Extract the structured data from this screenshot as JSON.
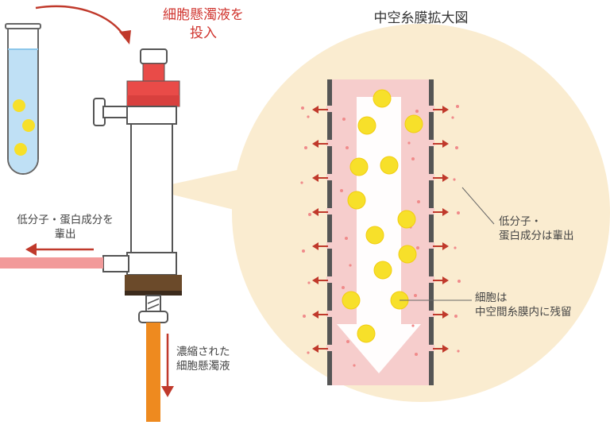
{
  "labels": {
    "input_line1": "細胞懸濁液を",
    "input_line2": "投入",
    "magnified_title": "中空糸膜拡大図",
    "discharge_left_line1": "低分子・蛋白成分を",
    "discharge_left_line2": "輩出",
    "concentrated_line1": "濃縮された",
    "concentrated_line2": "細胞懸濁液",
    "discharge_right_line1": "低分子・",
    "discharge_right_line2": "蛋白成分は輩出",
    "cells_line1": "細胞は",
    "cells_line2": "中空間糸膜内に残留"
  },
  "colors": {
    "accent_red": "#d0352f",
    "callout_circle": "#faecd0",
    "membrane_fill": "#f6cdcc",
    "membrane_wall": "#555555",
    "cell_yellow": "#f7e02a",
    "outlet_orange": "#ee8a1f",
    "tube_liquid": "#bfe0f5",
    "discharge_pipe": "#f29a9a"
  }
}
